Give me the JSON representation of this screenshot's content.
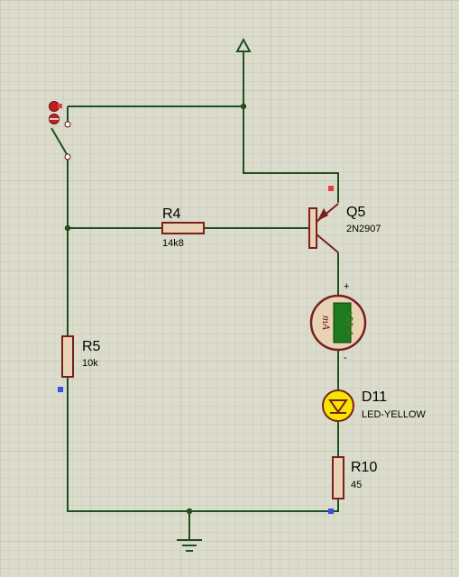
{
  "components": {
    "r4": {
      "name": "R4",
      "value": "14k8"
    },
    "r5": {
      "name": "R5",
      "value": "10k"
    },
    "r10": {
      "name": "R10",
      "value": "45"
    },
    "q5": {
      "name": "Q5",
      "value": "2N2907"
    },
    "d11": {
      "name": "D11",
      "value": "LED-YELLOW"
    },
    "meter": {
      "reading": "+20.4",
      "unit": "mA",
      "plus": "+",
      "minus": "-"
    }
  },
  "colors": {
    "background": "#dcdccc",
    "grid_minor": "#c9c9b8",
    "grid_major": "#b8b8a6",
    "wire": "#1f4f1f",
    "component_body": "#7a1f1f",
    "component_fill": "#e8d3b5",
    "led_fill": "#f5e600",
    "meter_display": "#1e7a1e",
    "pin_red": "#e84040",
    "pin_blue": "#3b4fe0"
  }
}
